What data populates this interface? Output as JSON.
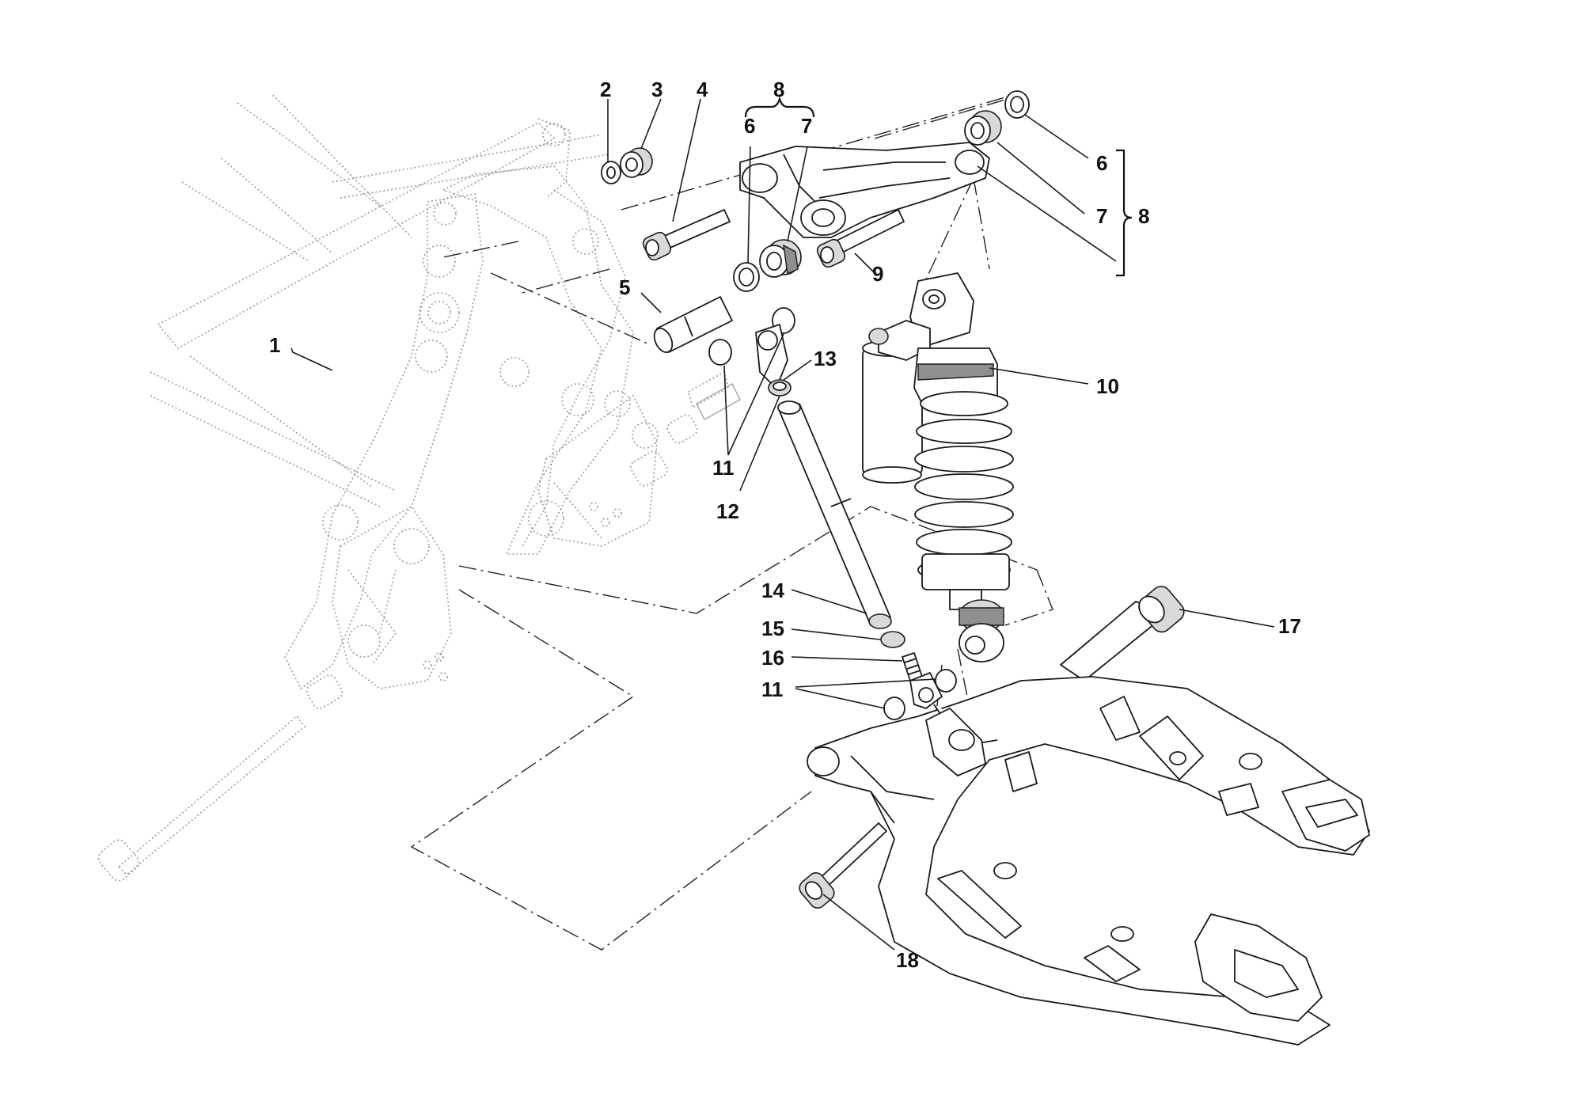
{
  "callouts": {
    "c1": "1",
    "c2": "2",
    "c3": "3",
    "c4": "4",
    "c5": "5",
    "c6a": "6",
    "c7a": "7",
    "c8a": "8",
    "c6b": "6",
    "c7b": "7",
    "c8b": "8",
    "c9": "9",
    "c10": "10",
    "c11a": "11",
    "c12": "12",
    "c13": "13",
    "c14": "14",
    "c15": "15",
    "c16": "16",
    "c11b": "11",
    "c17": "17",
    "c18": "18"
  }
}
